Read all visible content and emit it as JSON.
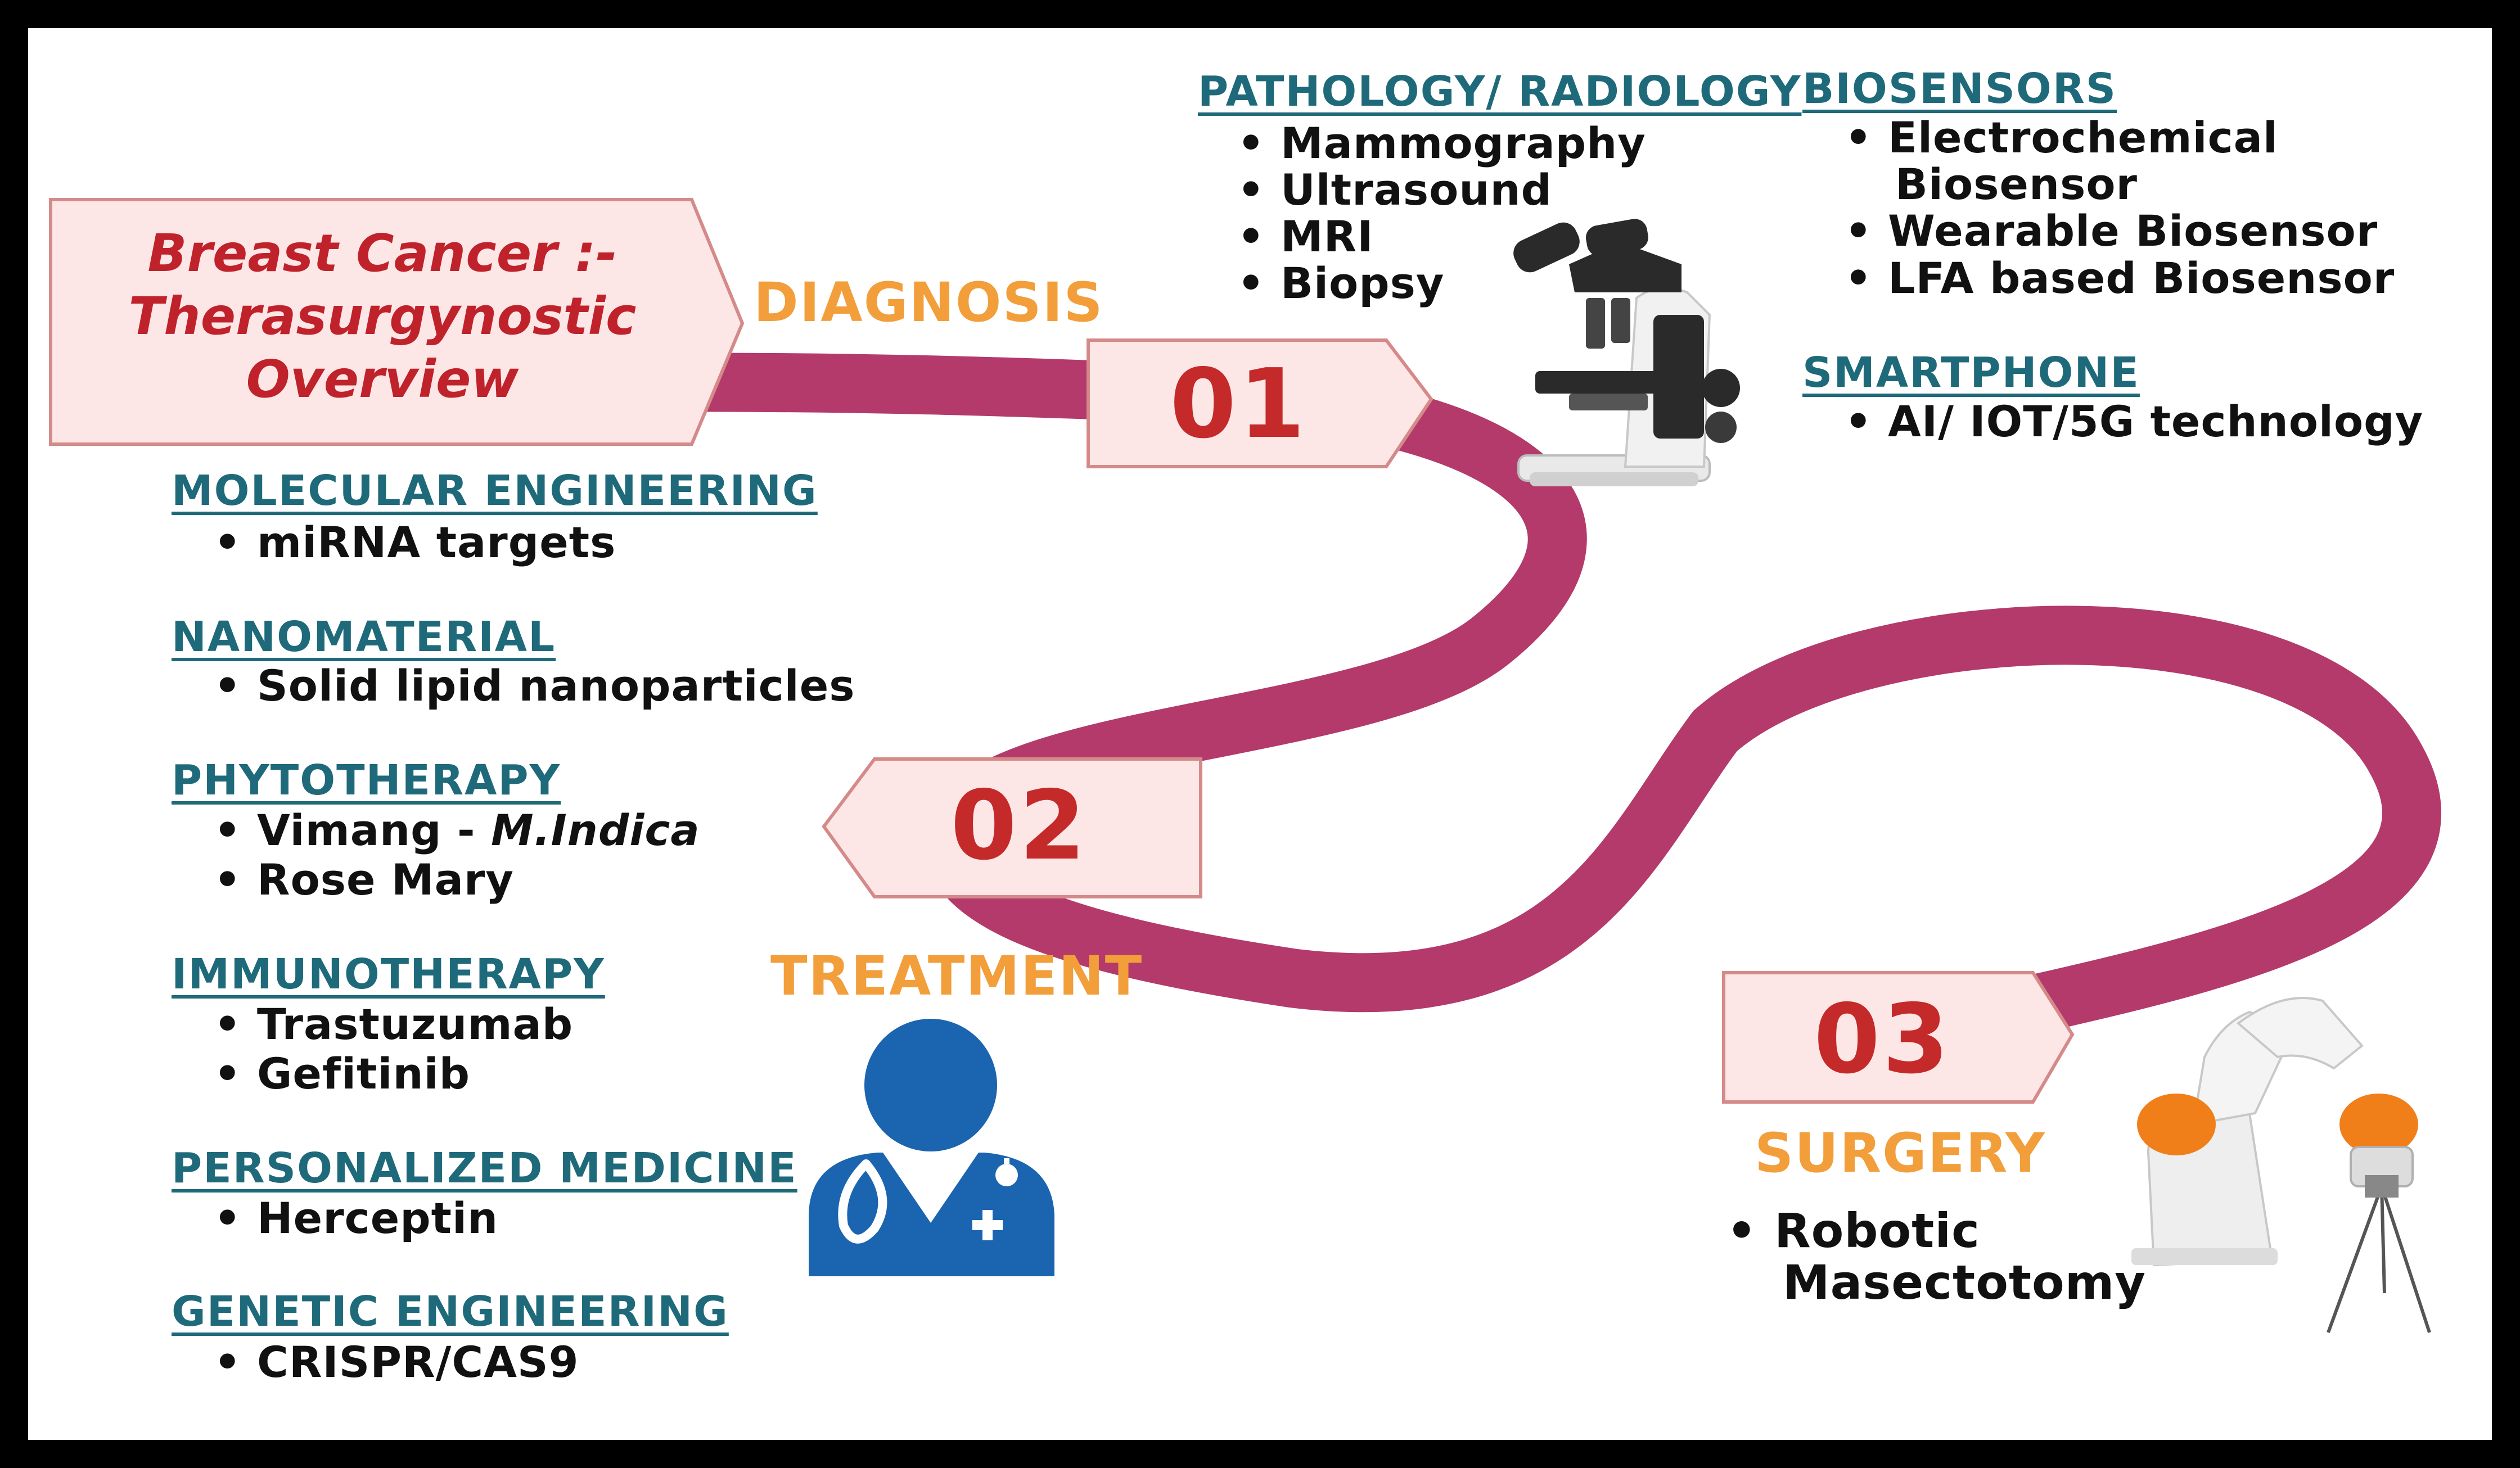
{
  "title": {
    "line1": "Breast Cancer :-",
    "line2": "Therasurgynostic",
    "line3": "Overview"
  },
  "steps": {
    "diagnosis": {
      "number": "01",
      "label": "DIAGNOSIS"
    },
    "treatment": {
      "number": "02",
      "label": "TREATMENT"
    },
    "surgery": {
      "number": "03",
      "label": "SURGERY"
    }
  },
  "diagnosis_sections": {
    "pathology": {
      "heading": "PATHOLOGY/ RADIOLOGY",
      "items": [
        "Mammography",
        "Ultrasound",
        "MRI",
        "Biopsy"
      ]
    },
    "biosensors": {
      "heading": "BIOSENSORS",
      "items": [
        "Electrochemical",
        "Biosensor",
        "Wearable Biosensor",
        "LFA based Biosensor"
      ]
    },
    "smartphone": {
      "heading": "SMARTPHONE",
      "items": [
        "AI/ IOT/5G technology"
      ]
    }
  },
  "treatment_sections": {
    "molecular": {
      "heading": "MOLECULAR ENGINEERING",
      "items": [
        "miRNA targets"
      ]
    },
    "nanomaterial": {
      "heading": "NANOMATERIAL",
      "items": [
        "Solid lipid nanoparticles"
      ]
    },
    "phytotherapy": {
      "heading": "PHYTOTHERAPY",
      "items": [
        "Vimang - ",
        "M.Indica",
        "Rose Mary"
      ]
    },
    "immunotherapy": {
      "heading": "IMMUNOTHERAPY",
      "items": [
        "Trastuzumab",
        "Gefitinib"
      ]
    },
    "personalized": {
      "heading": "PERSONALIZED MEDICINE",
      "items": [
        "Herceptin"
      ]
    },
    "genetic": {
      "heading": "GENETIC ENGINEERING",
      "items": [
        "CRISPR/CAS9"
      ]
    }
  },
  "surgery_items": [
    "Robotic",
    "Masectotomy"
  ],
  "icons": {
    "microscope": "microscope-icon",
    "doctor": "doctor-icon",
    "robot_arm": "robot-arm-icon"
  },
  "colors": {
    "path": "#b33a6b",
    "box_fill": "#fde6e6",
    "box_stroke": "#d58a8a",
    "heading": "#1f6a7a",
    "step_label": "#f29e3a",
    "number": "#c42a2a",
    "title": "#c0222b",
    "doctor": "#1b64b0"
  }
}
